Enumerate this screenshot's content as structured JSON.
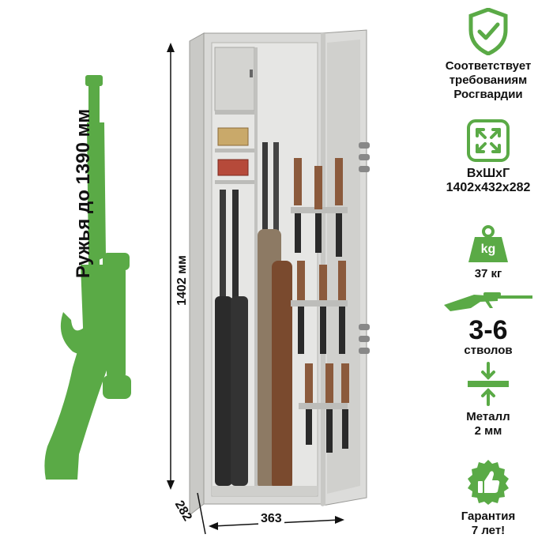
{
  "rifle_caption": "Ружья до 1390 мм",
  "dimensions": {
    "height": "1402 мм",
    "width": "363",
    "depth": "282"
  },
  "features": [
    {
      "icon": "shield-check-icon",
      "lines": [
        "Соответствует",
        "требованиям",
        "Росгвардии"
      ]
    },
    {
      "icon": "expand-arrows-icon",
      "lines": [
        "ВхШхГ",
        "1402х432х282"
      ]
    },
    {
      "icon": "weight-kg-icon",
      "weight_label": "kg",
      "lines": [
        "37 кг"
      ]
    },
    {
      "icon": "rifle-icon",
      "big": "3-6",
      "lines": [
        "стволов"
      ]
    },
    {
      "icon": "metal-thickness-icon",
      "lines": [
        "Металл",
        "2 мм"
      ]
    },
    {
      "icon": "thumbs-up-icon",
      "lines": [
        "Гарантия",
        "7 лет!"
      ]
    }
  ],
  "colors": {
    "green": "#5aaa46",
    "cabinet": "#d9d9d7",
    "cabinet_dark": "#bdbdba",
    "interior": "#e6e6e4"
  }
}
